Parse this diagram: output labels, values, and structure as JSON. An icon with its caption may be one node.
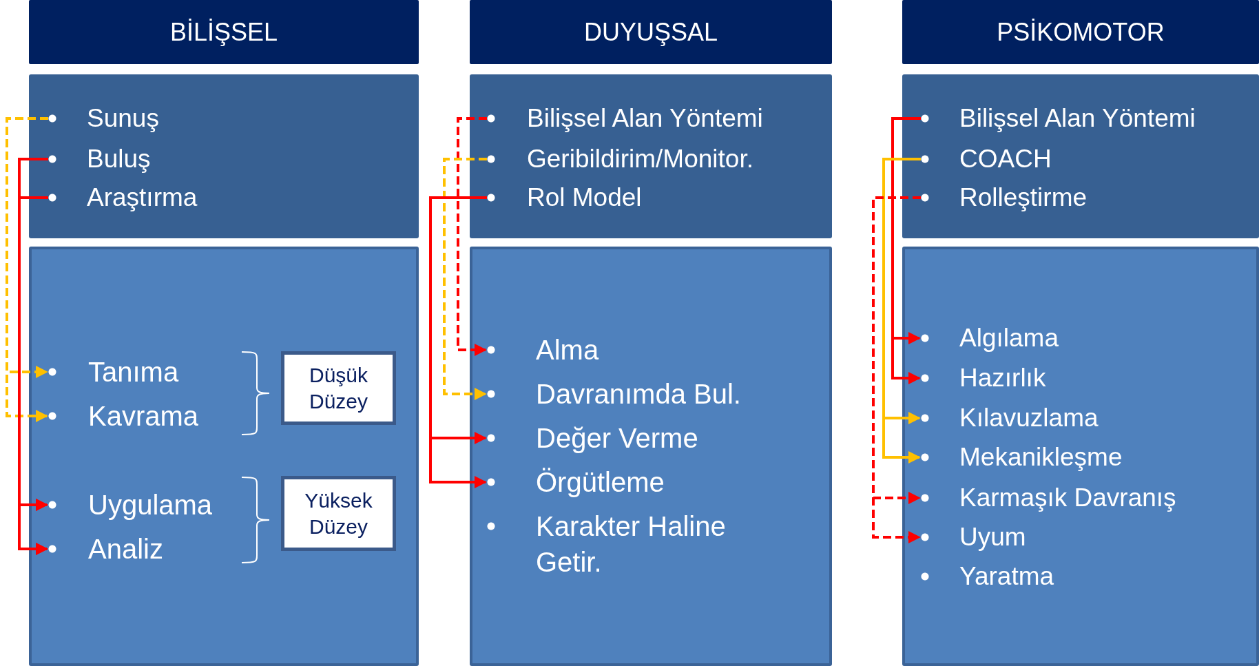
{
  "diagram": {
    "nodes": [
      {
        "text": [
          "BİLİŞSEL"
        ]
      },
      {
        "text": [
          "DUYUŞSAL"
        ]
      },
      {
        "text": [
          "PSİKOMOTOR"
        ]
      },
      {
        "text": [],
        "shape": "box"
      },
      {
        "text": [
          "Sunuş"
        ],
        "in": 3
      },
      {
        "text": [
          "Buluş"
        ],
        "in": 3
      },
      {
        "text": [
          "Araştırma"
        ],
        "in": 3
      },
      {
        "text": [],
        "shape": "box"
      },
      {
        "text": [
          "Tanıma"
        ],
        "in": 7
      },
      {
        "text": [
          "Kavrama"
        ],
        "in": 7
      },
      {
        "text": [
          "Uygulama"
        ],
        "in": 7
      },
      {
        "text": [
          "Analiz"
        ],
        "in": 7
      },
      {
        "text": [
          "Düşük Düzey"
        ],
        "in": 7
      },
      {
        "text": [
          "Yüksek Düzey"
        ],
        "in": 7
      },
      {
        "text": [],
        "shape": "box"
      },
      {
        "text": [
          "Bilişsel Alan Yöntemi"
        ],
        "in": 14
      },
      {
        "text": [
          "Geribildirim/Monitor."
        ],
        "in": 14
      },
      {
        "text": [
          "Rol Model"
        ],
        "in": 14
      },
      {
        "text": [],
        "shape": "box"
      },
      {
        "text": [
          "Alma"
        ],
        "in": 18
      },
      {
        "text": [
          "Davranımda Bul."
        ],
        "in": 18
      },
      {
        "text": [
          "Değer Verme"
        ],
        "in": 18
      },
      {
        "text": [
          "Örgütleme"
        ],
        "in": 18
      },
      {
        "text": [
          "Karakter Haline Getir."
        ],
        "in": 18
      },
      {
        "text": [],
        "shape": "box"
      },
      {
        "text": [
          "Bilişsel Alan Yöntemi"
        ],
        "in": 24
      },
      {
        "text": [
          "COACH"
        ],
        "in": 24
      },
      {
        "text": [
          "Rolleştirme"
        ],
        "in": 24
      },
      {
        "text": [],
        "shape": "box"
      },
      {
        "text": [
          "Algılama"
        ],
        "in": 28
      },
      {
        "text": [
          "Hazırlık"
        ],
        "in": 28
      },
      {
        "text": [
          "Kılavuzlama"
        ],
        "in": 28
      },
      {
        "text": [
          "Mekanikleşme"
        ],
        "in": 28
      },
      {
        "text": [
          "Karmaşık Davranış"
        ],
        "in": 28
      },
      {
        "text": [
          "Uyum"
        ],
        "in": 28
      },
      {
        "text": [
          "Yaratma"
        ],
        "in": 28
      }
    ],
    "edges": [
      {
        "from": 4,
        "to": 8,
        "arrow": "to",
        "style": "dashed",
        "color": "#ffc000"
      },
      {
        "from": 4,
        "to": 9,
        "arrow": "to",
        "style": "dashed",
        "color": "#ffc000"
      },
      {
        "from": 5,
        "to": 10,
        "arrow": "to"
      },
      {
        "from": 5,
        "to": 11,
        "arrow": "to"
      },
      {
        "from": 6,
        "to": 10,
        "arrow": "to"
      },
      {
        "from": 6,
        "to": 11,
        "arrow": "to"
      },
      {
        "from": 15,
        "to": 19,
        "arrow": "to",
        "style": "dashed"
      },
      {
        "from": 16,
        "to": 20,
        "arrow": "to",
        "style": "dashed",
        "color": "#ffc000"
      },
      {
        "from": 17,
        "to": 21,
        "arrow": "to"
      },
      {
        "from": 17,
        "to": 22,
        "arrow": "to"
      },
      {
        "from": 25,
        "to": 29,
        "arrow": "to"
      },
      {
        "from": 25,
        "to": 30,
        "arrow": "to"
      },
      {
        "from": 26,
        "to": 31,
        "arrow": "to",
        "color": "#ffc000"
      },
      {
        "from": 26,
        "to": 32,
        "arrow": "to",
        "color": "#ffc000"
      },
      {
        "from": 27,
        "to": 33,
        "arrow": "to",
        "style": "dashed"
      },
      {
        "from": 27,
        "to": 34,
        "arrow": "to",
        "style": "dashed"
      }
    ]
  }
}
